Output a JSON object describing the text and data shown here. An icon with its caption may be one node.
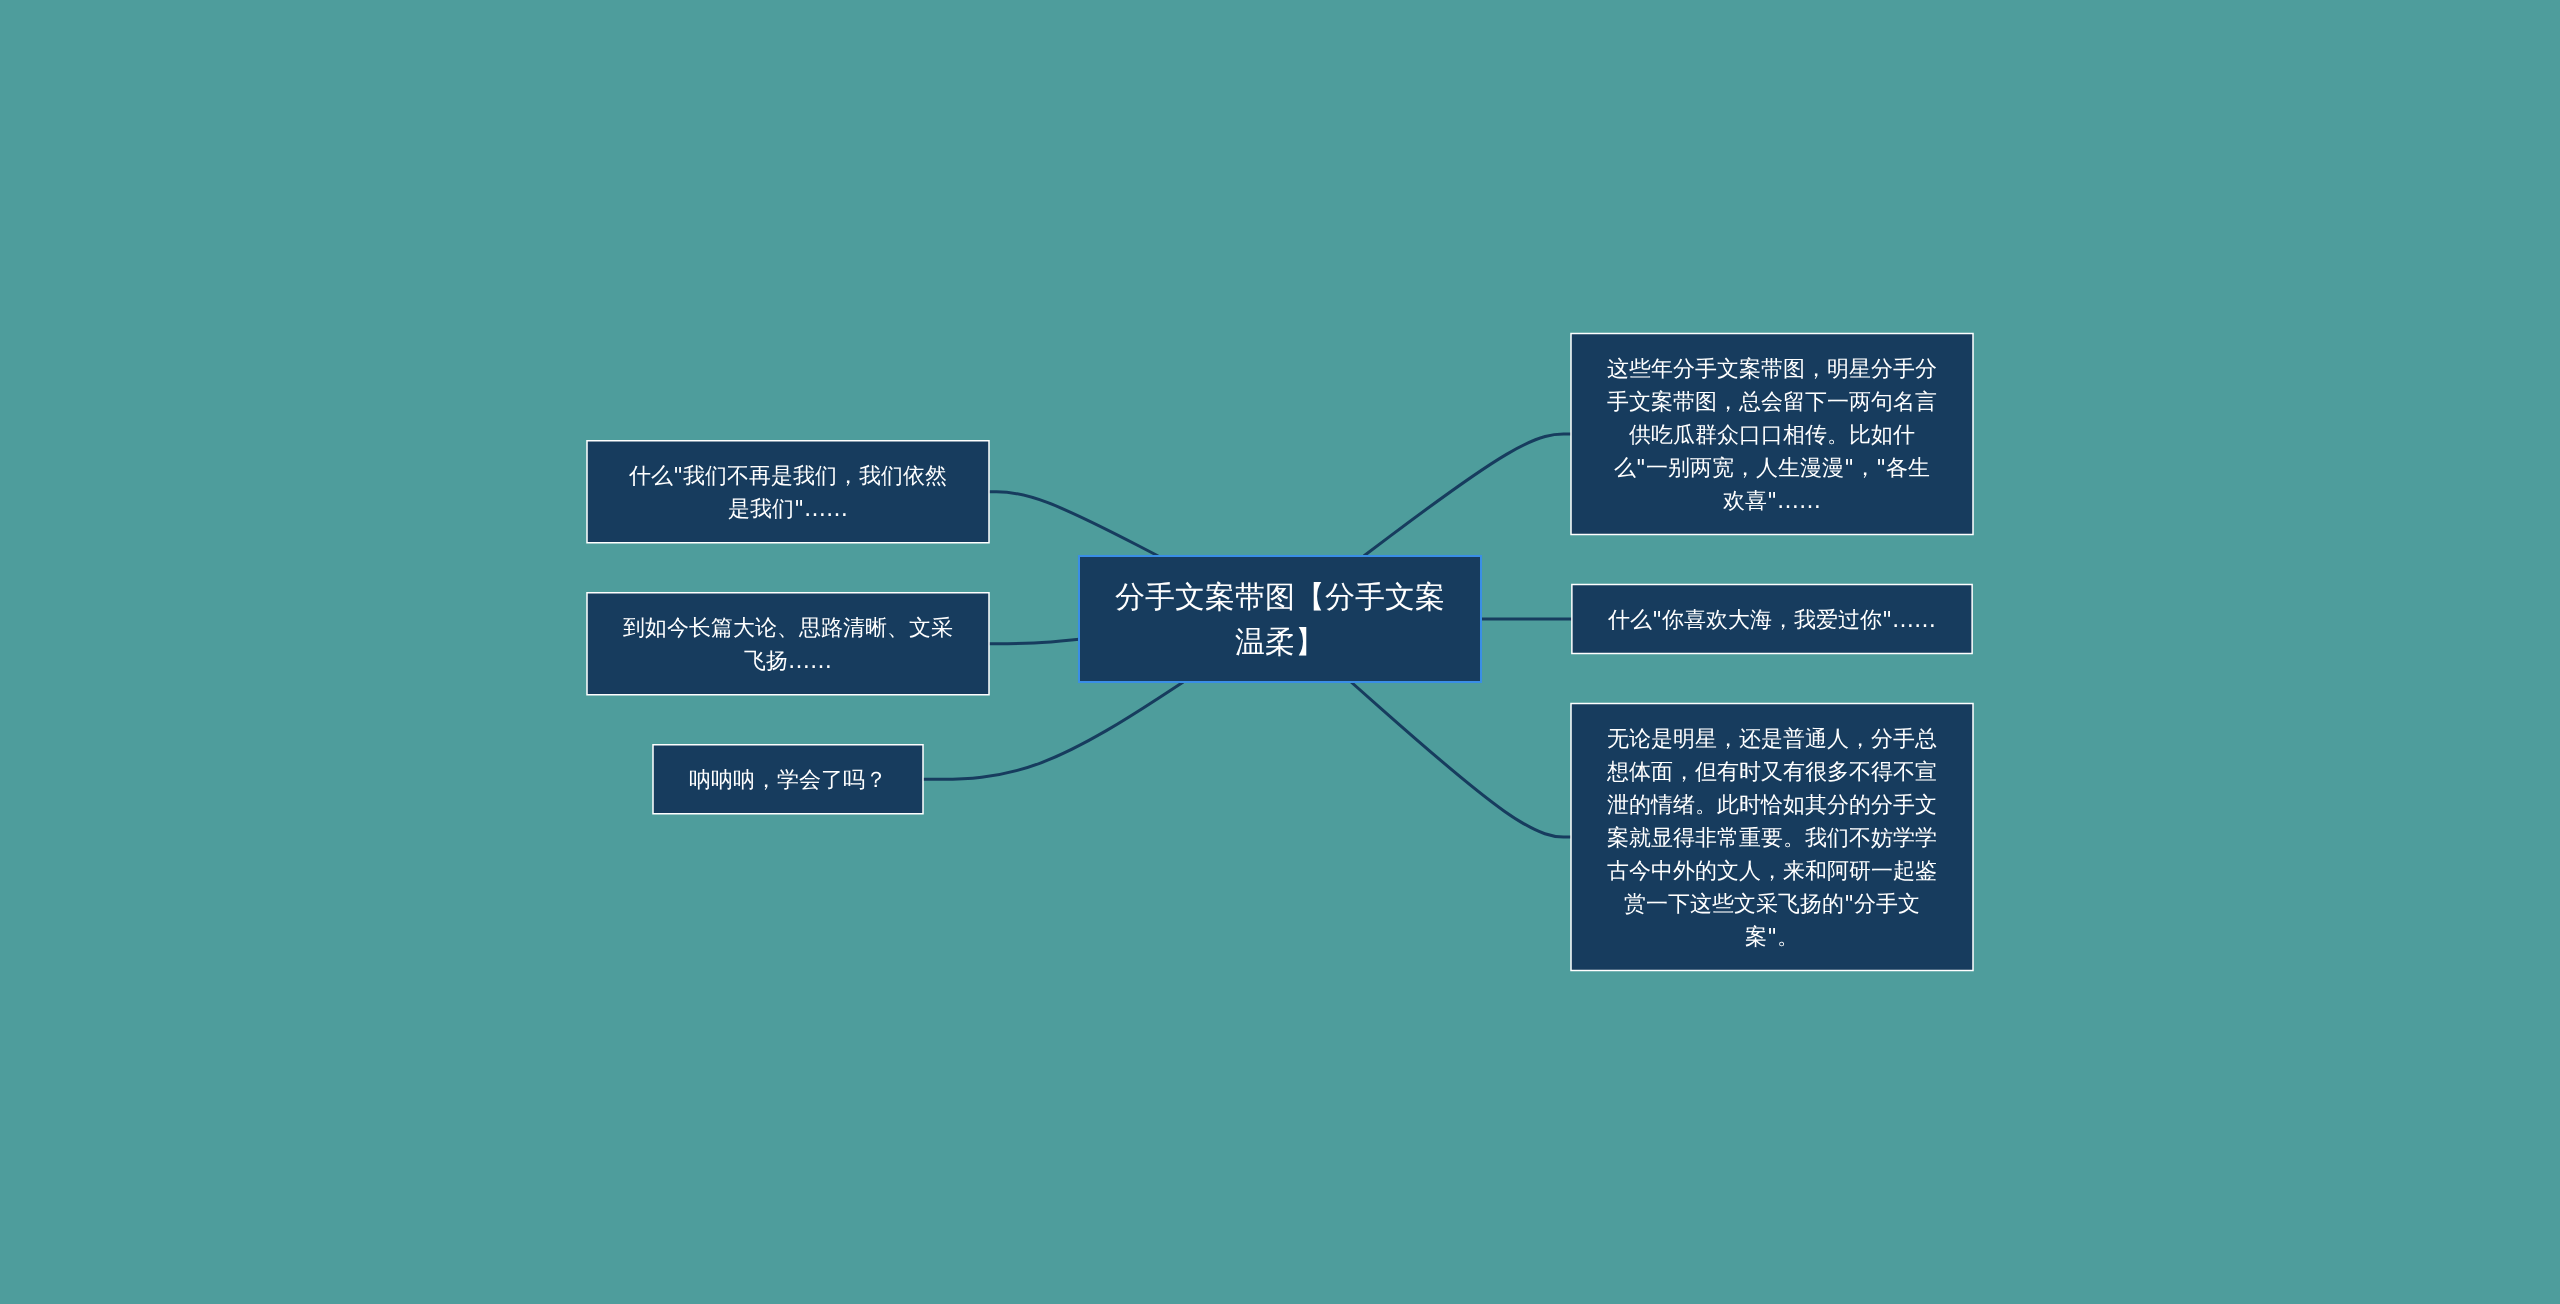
{
  "diagram": {
    "nodes": [
      {
        "text": [
          "分手文案带图【分手文案温柔】"
        ]
      },
      {
        "text": [
          "什么\"我们不再是我们，我们依然是我们\"……"
        ]
      },
      {
        "text": [
          "到如今长篇大论、思路清晰、文采飞扬……"
        ]
      },
      {
        "text": [
          "呐呐呐，学会了吗？"
        ]
      },
      {
        "text": [
          "这些年分手文案带图，明星分手分手文案带图，总会留下一两句名言供吃瓜群众口口相传。比如什么\"一别两宽，人生漫漫\"，\"各生欢喜\"……"
        ]
      },
      {
        "text": [
          "什么\"你喜欢大海，我爱过你\"……"
        ]
      },
      {
        "text": [
          "无论是明星，还是普通人，分手总想体面，但有时又有很多不得不宣泄的情绪。此时恰如其分的分手文案就显得非常重要。我们不妨学学古今中外的文人，来和阿研一起鉴赏一下这些文采飞扬的\"分手文案\"。"
        ]
      }
    ],
    "edges": [
      {
        "from": 0,
        "to": 1,
        "arrow": "none"
      },
      {
        "from": 0,
        "to": 2,
        "arrow": "none"
      },
      {
        "from": 0,
        "to": 3,
        "arrow": "none"
      },
      {
        "from": 0,
        "to": 4,
        "arrow": "none"
      },
      {
        "from": 0,
        "to": 5,
        "arrow": "none"
      },
      {
        "from": 0,
        "to": 6,
        "arrow": "none"
      }
    ]
  }
}
